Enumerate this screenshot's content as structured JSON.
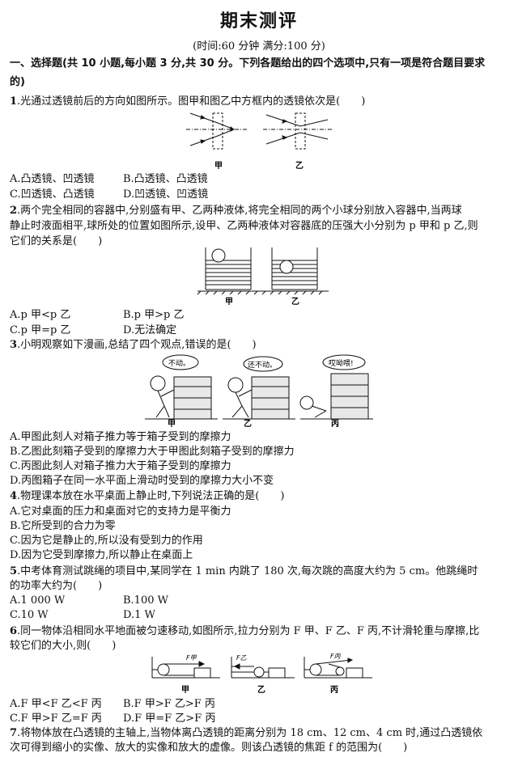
{
  "header": {
    "title": "期末测评",
    "subtitle": "(时间:60 分钟 满分:100 分)"
  },
  "section": {
    "line1": "一、选择题(共 10 小题,每小题 3 分,共 30 分。下列各题给出的四个选项中,只有一项是符合题目要求",
    "line2": "的)"
  },
  "q1": {
    "num": "1",
    "text": ".光通过透镜前后的方向如图所示。图甲和图乙中方框内的透镜依次是(　　)",
    "fig_labels": [
      "甲",
      "乙"
    ],
    "options": [
      "A.凸透镜、凹透镜",
      "B.凸透镜、凸透镜",
      "C.凹透镜、凸透镜",
      "D.凹透镜、凹透镜"
    ]
  },
  "q2": {
    "num": "2",
    "lines": [
      ".两个完全相同的容器中,分别盛有甲、乙两种液体,将完全相同的两个小球分别放入容器中,当两球",
      "静止时液面相平,球所处的位置如图所示,设甲、乙两种液体对容器底的压强大小分别为 p 甲和 p 乙,则",
      "它们的关系是(　　)"
    ],
    "fig_labels": [
      "甲",
      "乙"
    ],
    "options": [
      "A.p 甲<p 乙",
      "B.p 甲>p 乙",
      "C.p 甲=p 乙",
      "D.无法确定"
    ]
  },
  "q3": {
    "num": "3",
    "text": ".小明观察如下漫画,总结了四个观点,错误的是(　　)",
    "bubbles": [
      "不动。",
      "还不动。",
      "哎呦喂!"
    ],
    "fig_labels": [
      "甲",
      "乙",
      "丙"
    ],
    "options": [
      "A.甲图此刻人对箱子推力等于箱子受到的摩擦力",
      "B.乙图此刻箱子受到的摩擦力大于甲图此刻箱子受到的摩擦力",
      "C.丙图此刻人对箱子推力大于箱子受到的摩擦力",
      "D.丙图箱子在同一水平面上滑动时受到的摩擦力大小不变"
    ]
  },
  "q4": {
    "num": "4",
    "text": ".物理课本放在水平桌面上静止时,下列说法正确的是(　　)",
    "options": [
      "A.它对桌面的压力和桌面对它的支持力是平衡力",
      "B.它所受到的合力为零",
      "C.因为它是静止的,所以没有受到力的作用",
      "D.因为它受到摩擦力,所以静止在桌面上"
    ]
  },
  "q5": {
    "num": "5",
    "lines": [
      ".中考体育测试跳绳的项目中,某同学在 1 min 内跳了 180 次,每次跳的高度大约为 5 cm。他跳绳时",
      "的功率大约为(　　)"
    ],
    "options": [
      "A.1 000 W",
      "B.100 W",
      "C.10 W",
      "D.1 W"
    ]
  },
  "q6": {
    "num": "6",
    "lines": [
      ".同一物体沿相同水平地面被匀速移动,如图所示,拉力分别为 F 甲、F 乙、F 丙,不计滑轮重与摩擦,比",
      "较它们的大小,则(　　)"
    ],
    "fig_labels": [
      "甲",
      "乙",
      "丙"
    ],
    "force_labels": [
      "F甲",
      "F乙",
      "F丙"
    ],
    "options": [
      "A.F 甲<F 乙<F 丙",
      "B.F 甲>F 乙>F 丙",
      "C.F 甲>F 乙=F 丙",
      "D.F 甲=F 乙>F 丙"
    ]
  },
  "q7": {
    "num": "7",
    "lines": [
      ".将物体放在凸透镜的主轴上,当物体离凸透镜的距离分别为 18 cm、12 cm、4 cm 时,通过凸透镜依",
      "次可得到缩小的实像、放大的实像和放大的虚像。则该凸透镜的焦距 f 的范围为(　　)"
    ]
  }
}
